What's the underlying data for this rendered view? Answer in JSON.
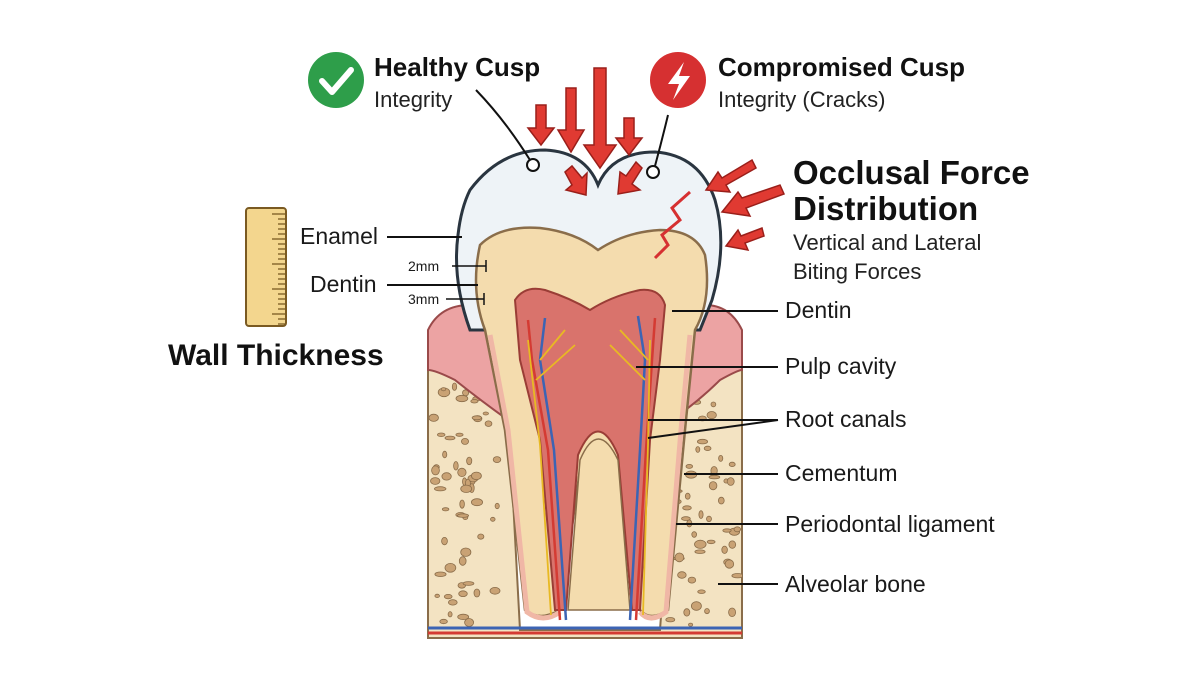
{
  "healthy": {
    "title": "Healthy Cusp",
    "subtitle": "Integrity"
  },
  "compromised": {
    "title": "Compromised Cusp",
    "subtitle": "Integrity (Cracks)"
  },
  "force": {
    "title_line1": "Occlusal Force",
    "title_line2": "Distribution",
    "sub_line1": "Vertical and Lateral",
    "sub_line2": "Biting Forces"
  },
  "left_labels": {
    "enamel": "Enamel",
    "dentin": "Dentin",
    "mm2": "2mm",
    "mm3": "3mm"
  },
  "wall": {
    "title": "Wall Thickness"
  },
  "right_labels": {
    "dentin": "Dentin",
    "pulp": "Pulp cavity",
    "root_canals": "Root canals",
    "cementum": "Cementum",
    "ligament": "Periodontal ligament",
    "bone": "Alveolar bone"
  },
  "colors": {
    "healthy_badge": "#2e9e4a",
    "crack_badge": "#d63031",
    "arrow_red": "#e03a32",
    "enamel": "#eef3f7",
    "dentin": "#f4dcae",
    "pulp": "#d9736c",
    "gum": "#eca3a3",
    "bone": "#f3e3c2",
    "bone_spot": "#b58f62",
    "artery": "#d43b33",
    "vein": "#3c64b4",
    "nerve": "#e8b923"
  },
  "icons": [
    "checkmark-icon",
    "lightning-icon",
    "ruler-icon"
  ]
}
